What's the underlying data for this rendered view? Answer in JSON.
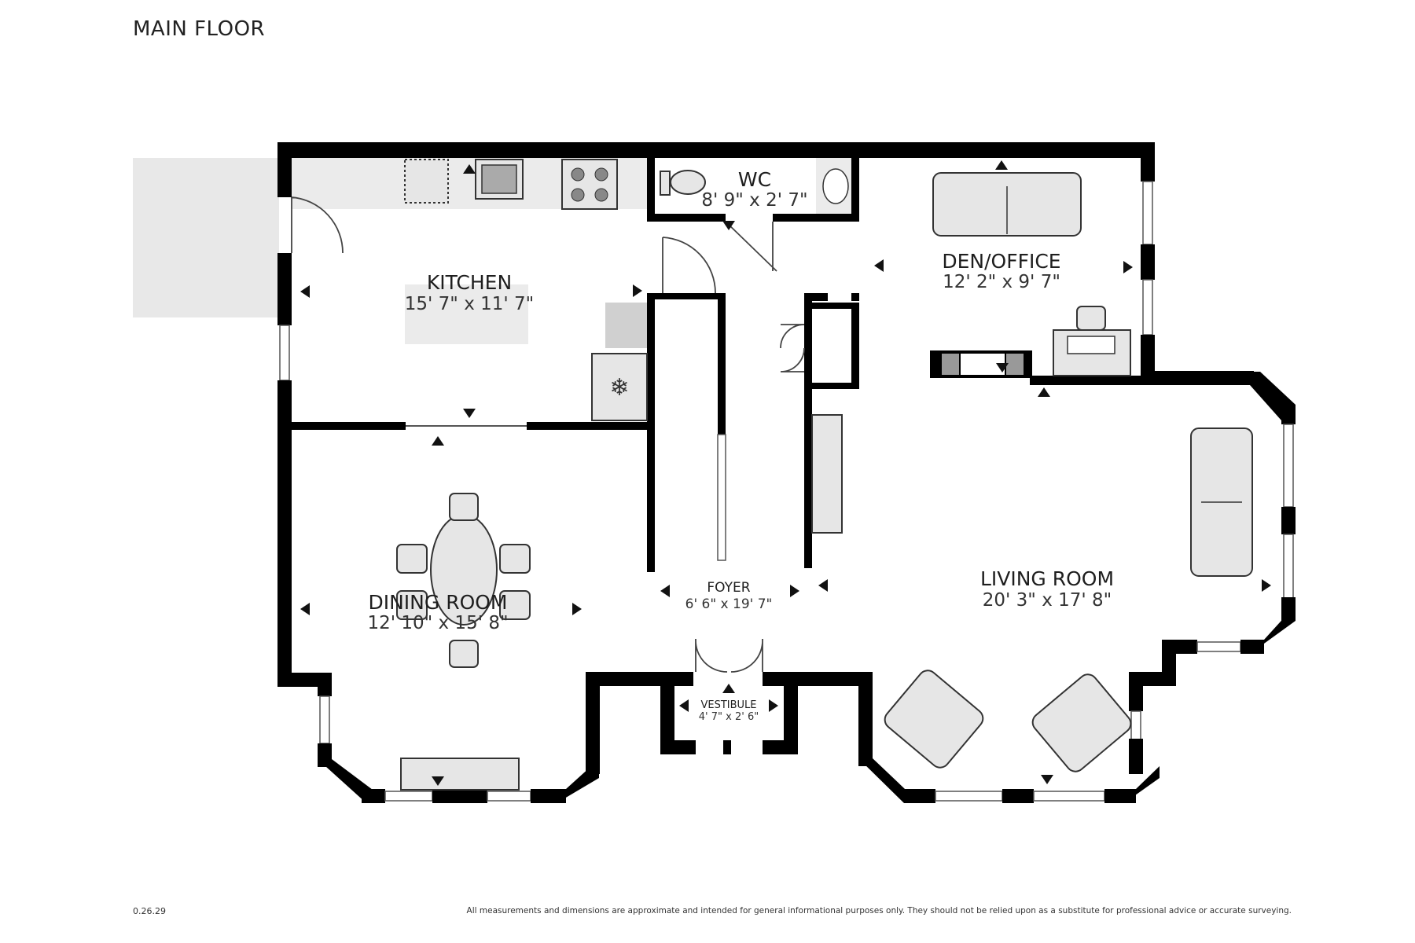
{
  "floor_title": "MAIN FLOOR",
  "rooms": {
    "kitchen": {
      "name": "KITCHEN",
      "dims": "15' 7\" x 11' 7\""
    },
    "wc": {
      "name": "WC",
      "dims": "8' 9\" x 2' 7\""
    },
    "den": {
      "name": "DEN/OFFICE",
      "dims": "12' 2\" x 9' 7\""
    },
    "dining": {
      "name": "DINING ROOM",
      "dims": "12' 10\" x 15' 8\""
    },
    "foyer": {
      "name": "FOYER",
      "dims": "6' 6\" x 19' 7\""
    },
    "living": {
      "name": "LIVING ROOM",
      "dims": "20' 3\" x 17' 8\""
    },
    "vestibule": {
      "name": "VESTIBULE",
      "dims": "4' 7\" x 2' 6\""
    }
  },
  "footer": {
    "version": "0.26.29",
    "disclaimer": "All measurements and dimensions are approximate and intended for general informational purposes only. They should not be relied upon as a substitute for professional advice or accurate surveying."
  },
  "colors": {
    "wall": "#000000",
    "furniture": "#e6e6e6",
    "exterior_deck": "#e8e8e8"
  }
}
